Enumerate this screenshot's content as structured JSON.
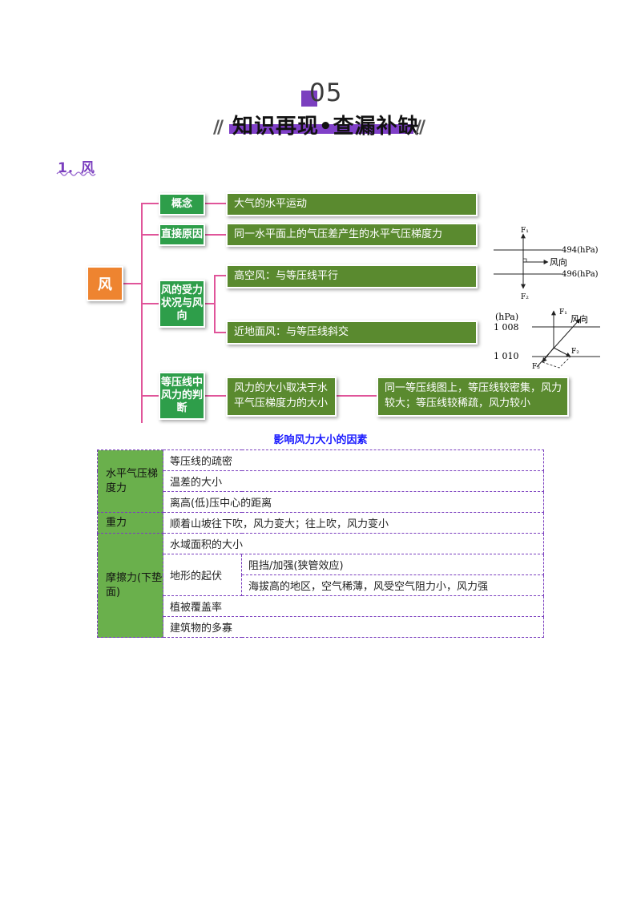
{
  "header": {
    "number": "05",
    "title": "知识再现•查漏补缺",
    "slash": "//"
  },
  "section": {
    "title": "1．风"
  },
  "mindmap": {
    "root": "风",
    "categories": {
      "concept": "概念",
      "direct_cause": "直接原因",
      "force": "风的受力状况与风向",
      "isobar": "等压线中风力的判断"
    },
    "leaves": {
      "concept": "大气的水平运动",
      "direct_cause": "同一水平面上的气压差产生的水平气压梯度力",
      "high_altitude": "高空风：与等压线平行",
      "near_ground": "近地面风：与等压线斜交",
      "isobar_1": "风力的大小取决于水平气压梯度力的大小",
      "isobar_2": "同一等压线图上，等压线较密集，风力较大；等压线较稀疏，风力较小"
    }
  },
  "diagram_top": {
    "f1": "F₁",
    "f2": "F₂",
    "p1": "494(hPa)",
    "p2": "496(hPa)",
    "wind": "风向"
  },
  "diagram_bottom": {
    "unit": "(hPa)",
    "p1": "1 008",
    "p2": "1 010",
    "f1": "F₁",
    "f2": "F₂",
    "f3": "F₃",
    "wind": "风向"
  },
  "table": {
    "title": "影响风力大小的因素",
    "groups": [
      {
        "name": "水平气压梯度力",
        "items": [
          "等压线的疏密",
          "温差的大小",
          "离高(低)压中心的距离"
        ]
      },
      {
        "name": "重力",
        "items": [
          "顺着山坡往下吹，风力变大；往上吹，风力变小"
        ]
      },
      {
        "name": "摩擦力(下垫面)",
        "items": [
          "水域面积的大小",
          "植被覆盖率",
          "建筑物的多寡"
        ],
        "terrain": {
          "name": "地形的起伏",
          "items": [
            "阻挡/加强(狭管效应)",
            "海拔高的地区，空气稀薄，风受空气阻力小，风力强"
          ]
        }
      }
    ]
  },
  "colors": {
    "purple": "#7b3fbf",
    "orange": "#ee8430",
    "category_green": "#2e9e4a",
    "leaf_green": "#5a8a2f",
    "table_green": "#6ab04c",
    "connector_pink": "#e0559a",
    "table_title_blue": "#1a1aff"
  }
}
